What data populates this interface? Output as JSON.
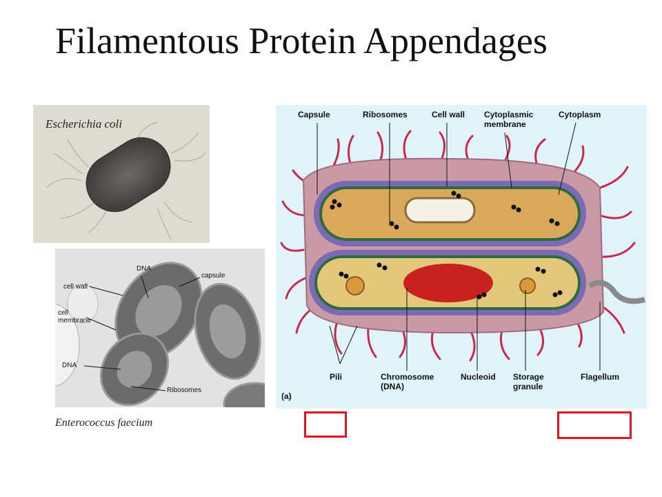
{
  "title": "Filamentous Protein Appendages",
  "ecoli": {
    "caption": "Escherichia coli"
  },
  "enterococcus": {
    "caption": "Enterococcus faecium",
    "labels": {
      "dna_top": "DNA",
      "capsule": "capsule",
      "cell_wall": "cell wall",
      "cell_membrane": "cell\nmembrane",
      "dna_bottom": "DNA",
      "ribosomes": "Ribosomes"
    }
  },
  "diagram": {
    "labels": {
      "capsule": "Capsule",
      "ribosomes": "Ribosomes",
      "cell_wall": "Cell wall",
      "cytoplasmic_membrane": "Cytoplasmic\nmembrane",
      "cytoplasm": "Cytoplasm",
      "pili": "Pili",
      "chromosome": "Chromosome\n(DNA)",
      "nucleoid": "Nucleoid",
      "storage_granule": "Storage\ngranule",
      "flagellum": "Flagellum",
      "panel_letter": "(a)"
    }
  },
  "colors": {
    "pili": "#c8284a",
    "highlight_box": "#e0141e",
    "diagram_bg": "#dff3f8"
  }
}
